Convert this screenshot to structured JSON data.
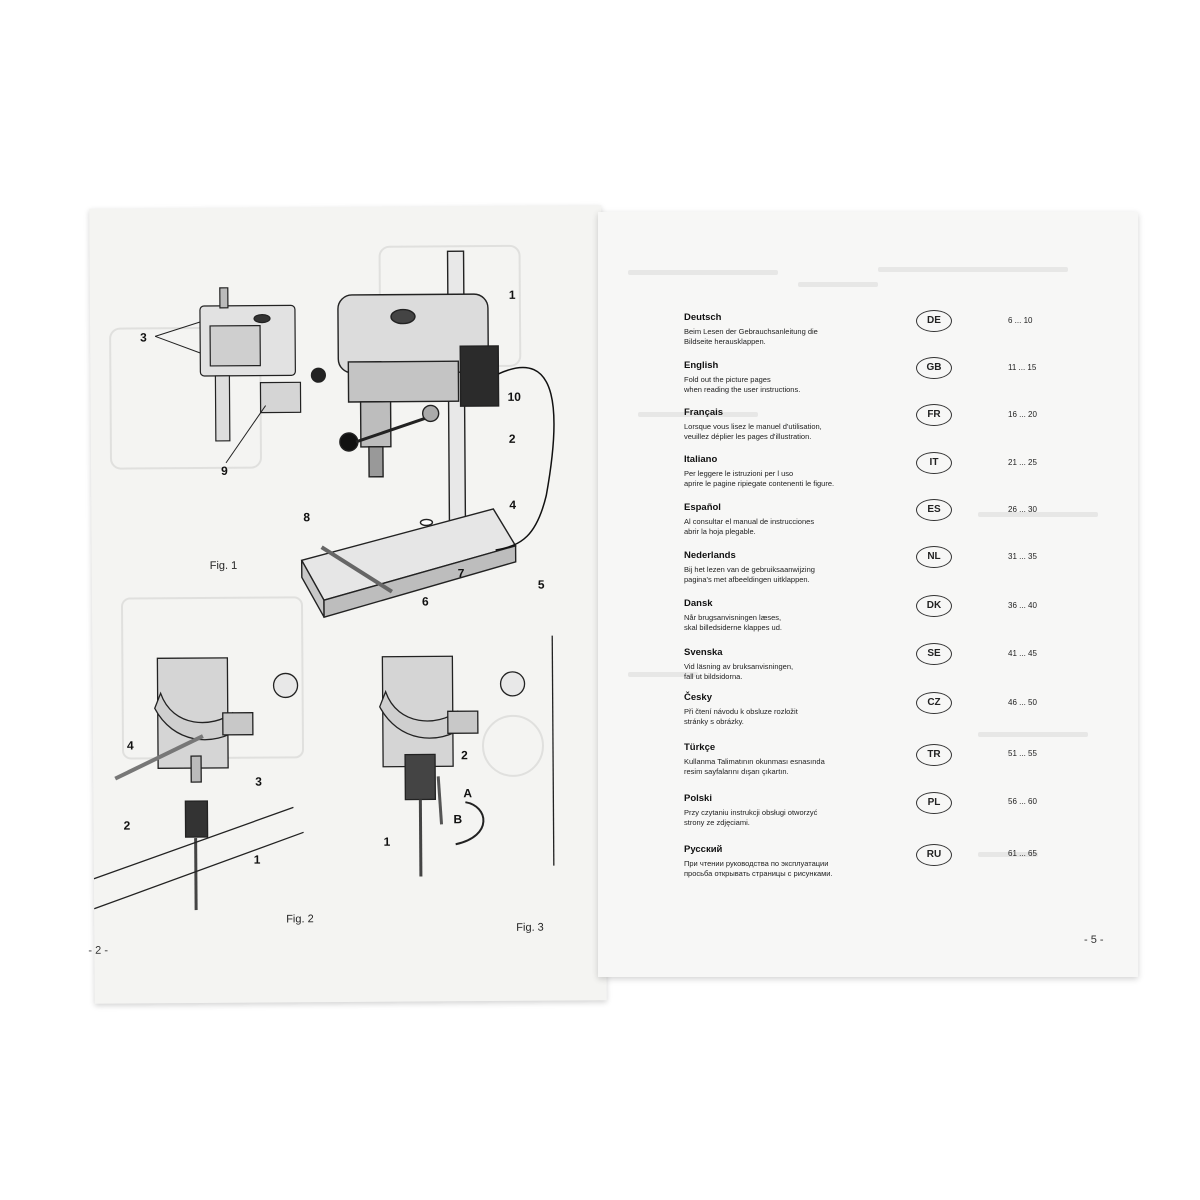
{
  "left_page": {
    "page_number": "- 2 -",
    "figures": [
      {
        "caption": "Fig. 1",
        "callouts": [
          "1",
          "2",
          "3",
          "4",
          "5",
          "6",
          "7",
          "8",
          "9",
          "10"
        ]
      },
      {
        "caption": "Fig. 2",
        "callouts": [
          "1",
          "2",
          "3",
          "4"
        ]
      },
      {
        "caption": "Fig. 3",
        "callouts": [
          "1",
          "2",
          "A",
          "B"
        ]
      }
    ]
  },
  "right_page": {
    "page_number": "- 5 -",
    "languages": [
      {
        "name": "Deutsch",
        "text": "Beim Lesen der Gebrauchsanleitung die\nBildseite herausklappen.",
        "code": "DE",
        "pages": "6 ... 10"
      },
      {
        "name": "English",
        "text": "Fold out the picture pages\nwhen reading the user instructions.",
        "code": "GB",
        "pages": "11 ... 15"
      },
      {
        "name": "Français",
        "text": "Lorsque vous lisez le manuel d'utilisation,\nveuillez déplier les pages d'illustration.",
        "code": "FR",
        "pages": "16 ... 20"
      },
      {
        "name": "Italiano",
        "text": "Per leggere le istruzioni per l uso\naprire le pagine ripiegate contenenti le figure.",
        "code": "IT",
        "pages": "21 ... 25"
      },
      {
        "name": "Español",
        "text": "Al consultar el manual de instrucciones\nabrir la hoja plegable.",
        "code": "ES",
        "pages": "26 ... 30"
      },
      {
        "name": "Nederlands",
        "text": "Bij het lezen van de gebruiksaanwijzing\npagina's met afbeeldingen uitklappen.",
        "code": "NL",
        "pages": "31 ... 35"
      },
      {
        "name": "Dansk",
        "text": "Når brugsanvisningen læses,\nskal billedsiderne klappes ud.",
        "code": "DK",
        "pages": "36 ... 40"
      },
      {
        "name": "Svenska",
        "text": "Vid läsning av bruksanvisningen,\nfall ut bildsidorna.",
        "code": "SE",
        "pages": "41 ... 45"
      },
      {
        "name": "Česky",
        "text": "Při čtení návodu k obsluze rozložit\nstránky s obrázky.",
        "code": "CZ",
        "pages": "46 ... 50"
      },
      {
        "name": "Türkçe",
        "text": "Kullanma Talimatının okunması esnasında\nresim sayfalarını dışarı çıkartın.",
        "code": "TR",
        "pages": "51 ... 55"
      },
      {
        "name": "Polski",
        "text": "Przy czytaniu instrukcji obsługi otworzyć\nstrony ze zdjęciami.",
        "code": "PL",
        "pages": "56 ... 60"
      },
      {
        "name": "Русский",
        "text": "При чтении руководства по эксплуатации\nпросьба открывать страницы с рисунками.",
        "code": "RU",
        "pages": "61 ... 65"
      }
    ]
  }
}
